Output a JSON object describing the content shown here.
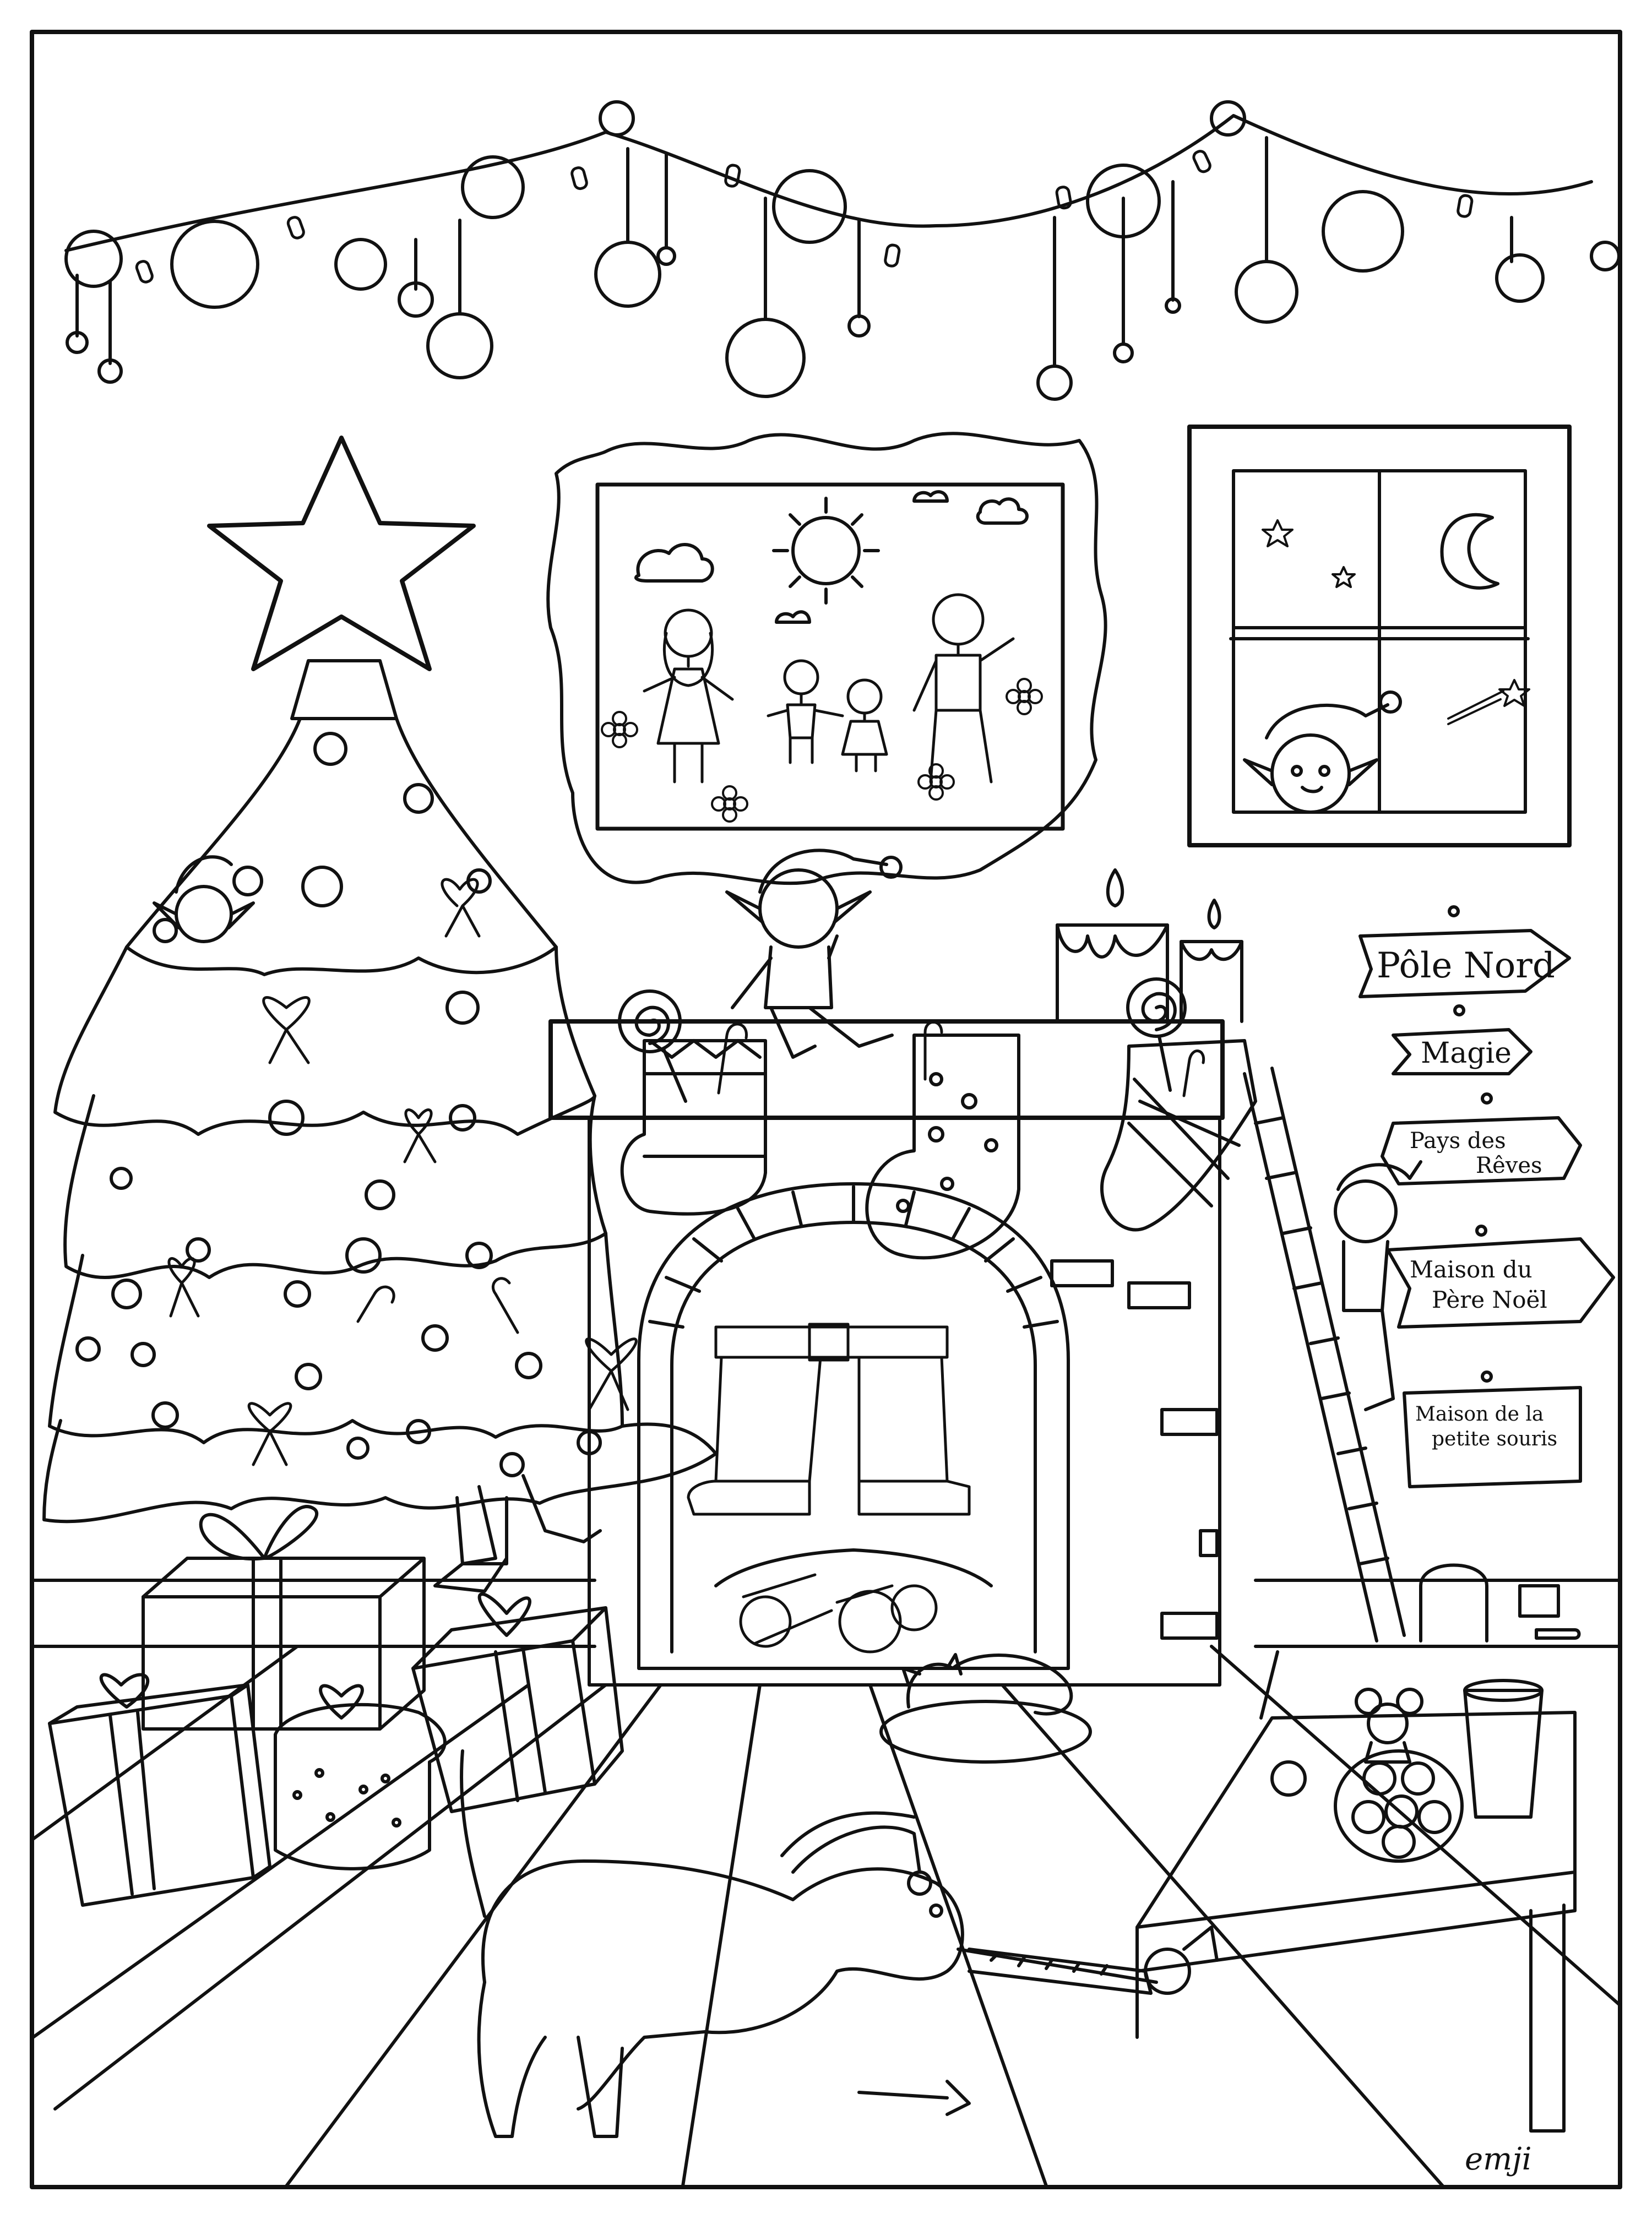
{
  "scene": {
    "ink_color": "#111111",
    "paper_color": "#ffffff",
    "signs": [
      {
        "id": "pole-nord",
        "text": "Pôle Nord"
      },
      {
        "id": "magie",
        "text": "Magie"
      },
      {
        "id": "pays-des-reves",
        "line1": "Pays des",
        "line2": "Rêves"
      },
      {
        "id": "maison-pere-noel",
        "line1": "Maison du",
        "line2": "Père Noël"
      },
      {
        "id": "maison-petite-souris",
        "line1": "Maison de la",
        "line2": "petite souris"
      }
    ],
    "signature": "emji",
    "icons": [
      "star-icon",
      "moon-icon",
      "sun-icon",
      "cloud-icon",
      "flower-icon",
      "candle-icon",
      "gift-icon",
      "stocking-icon",
      "ornament-icon",
      "bow-icon",
      "candy-cane-icon",
      "lollipop-icon",
      "cookie-icon",
      "glass-icon",
      "ladder-icon"
    ]
  }
}
